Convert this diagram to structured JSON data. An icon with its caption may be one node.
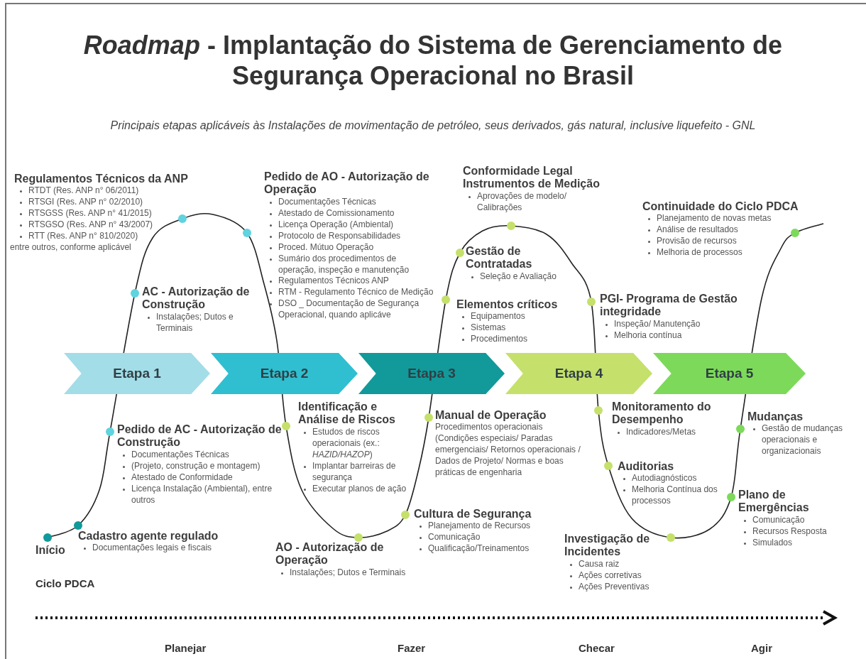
{
  "diagram": {
    "title": "*Roadmap* - Implantação do Sistema de Gerenciamento de Segurança Operacional no Brasil",
    "nodes": [
      {
        "text": [
          "Regulamentos Técnicos da ANP",
          "RTDT (Res. ANP n° 06/2011)",
          "RTSGI (Res.  ANP n° 02/2010)",
          "RTSGSS (Res. ANP n° 41/2015)",
          "RTSGSO (Res. ANP n° 43/2007)",
          "RTT (Res. ANP n° 810/2020)",
          "entre outros, conforme aplicável"
        ]
      },
      {
        "text": [
          "AC - Autorização de Construção",
          "Instalações; Dutos e Terminais"
        ]
      },
      {
        "text": [
          "Pedido de AO - Autorização de Operação",
          "Documentações Técnicas",
          "Atestado de Comissionamento",
          "Licença Operação (Ambiental)",
          "Protocolo de Responsabilidades",
          "Proced. Mútuo Operação",
          "Sumário dos procedimentos de operação, inspeção e manutenção",
          "Regulamentos Técnicos ANP",
          "RTM - Regulamento Técnico de Medição",
          "DSO _ Documentação de Segurança Operacional, quando aplicáve"
        ]
      },
      {
        "text": [
          "Conformidade Legal Instrumentos de Medição",
          "Aprovações de modelo/ Calibrações"
        ]
      },
      {
        "text": [
          "Gestão de Contratadas",
          "Seleção e Avaliação"
        ]
      },
      {
        "text": [
          "Elementos críticos",
          "Equipamentos",
          "Sistemas",
          "Procedimentos"
        ]
      },
      {
        "text": [
          "PGI-  Programa de Gestão integridade",
          "Inspeção/ Manutenção",
          "Melhoria contínua"
        ]
      },
      {
        "text": [
          "Continuidade do Ciclo PDCA",
          "Planejamento de novas metas",
          "Análise de resultados",
          "Provisão de recursos",
          "Melhoria de processos"
        ]
      },
      {
        "text": [
          "Etapa 1"
        ]
      },
      {
        "text": [
          "Etapa 2"
        ]
      },
      {
        "text": [
          "Etapa 3"
        ]
      },
      {
        "text": [
          "Etapa 4"
        ]
      },
      {
        "text": [
          "Etapa 5"
        ]
      },
      {
        "text": [
          "Pedido de AC - Autorização de Construção",
          "Documentações Técnicas",
          "(Projeto, construção e montagem)",
          "Atestado de Conformidade",
          "Licença Instalação (Ambiental), entre outros"
        ]
      },
      {
        "text": [
          "Início"
        ]
      },
      {
        "text": [
          "Cadastro agente regulado",
          "Documentações legais e fiscais"
        ]
      },
      {
        "text": [
          "Identificação e Análise de Riscos",
          "Estudos de riscos operacionais (ex.: *HAZID/HAZOP*)",
          "Implantar barreiras de segurança",
          "Executar planos de ação"
        ]
      },
      {
        "text": [
          "AO - Autorização de Operação",
          "Instalações; Dutos e Terminais"
        ]
      },
      {
        "text": [
          "Manual de Operação",
          "Procedimentos operacionais (Condições especiais/ Paradas emergenciais/ Retornos operacionais  / Dados de Projeto/ Normas e boas práticas de engenharia"
        ]
      },
      {
        "text": [
          "Cultura de Segurança",
          "Planejamento de Recursos",
          "Comunicação",
          "Qualificação/Treinamentos"
        ]
      },
      {
        "text": [
          "Monitoramento do Desempenho",
          "Indicadores/Metas"
        ]
      },
      {
        "text": [
          "Auditorias",
          "Autodiagnósticos",
          "Melhoria Contínua dos processos"
        ]
      },
      {
        "text": [
          "Investigação de Incidentes",
          "Causa raiz",
          "Ações corretivas",
          "Ações Preventivas"
        ]
      },
      {
        "text": [
          "Mudanças",
          "Gestão de mudanças operacionais e organizacionais"
        ]
      },
      {
        "text": [
          "Plano de Emergências",
          "Comunicação",
          "Recursos Resposta",
          "Simulados"
        ]
      }
    ],
    "labels": [
      "Principais etapas aplicáveis às Instalações de movimentação de petróleo, seus derivados, gás natural, inclusive liquefeito - GNL",
      "Ciclo PDCA",
      "Planejar",
      "Fazer",
      "Checar",
      "Agir"
    ]
  }
}
